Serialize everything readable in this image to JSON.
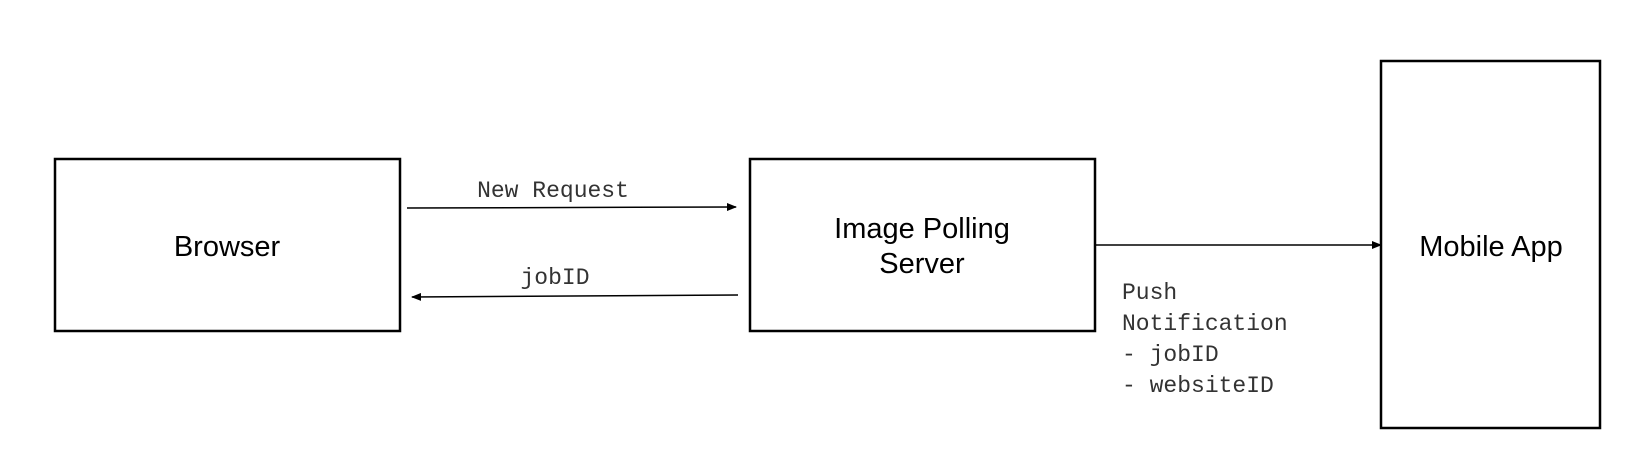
{
  "colors": {
    "stroke": "#000000",
    "text": "#000000",
    "edge_text": "#333333",
    "background": "#ffffff"
  },
  "nodes": {
    "browser": {
      "label": "Browser"
    },
    "server": {
      "label_line1": "Image Polling",
      "label_line2": "Server"
    },
    "mobile": {
      "label": "Mobile App"
    }
  },
  "edges": {
    "new_request": {
      "label": "New Request"
    },
    "job_id": {
      "label": "jobID"
    },
    "push": {
      "line1": "Push",
      "line2": "Notification",
      "line3": "- jobID",
      "line4": "- websiteID"
    }
  }
}
